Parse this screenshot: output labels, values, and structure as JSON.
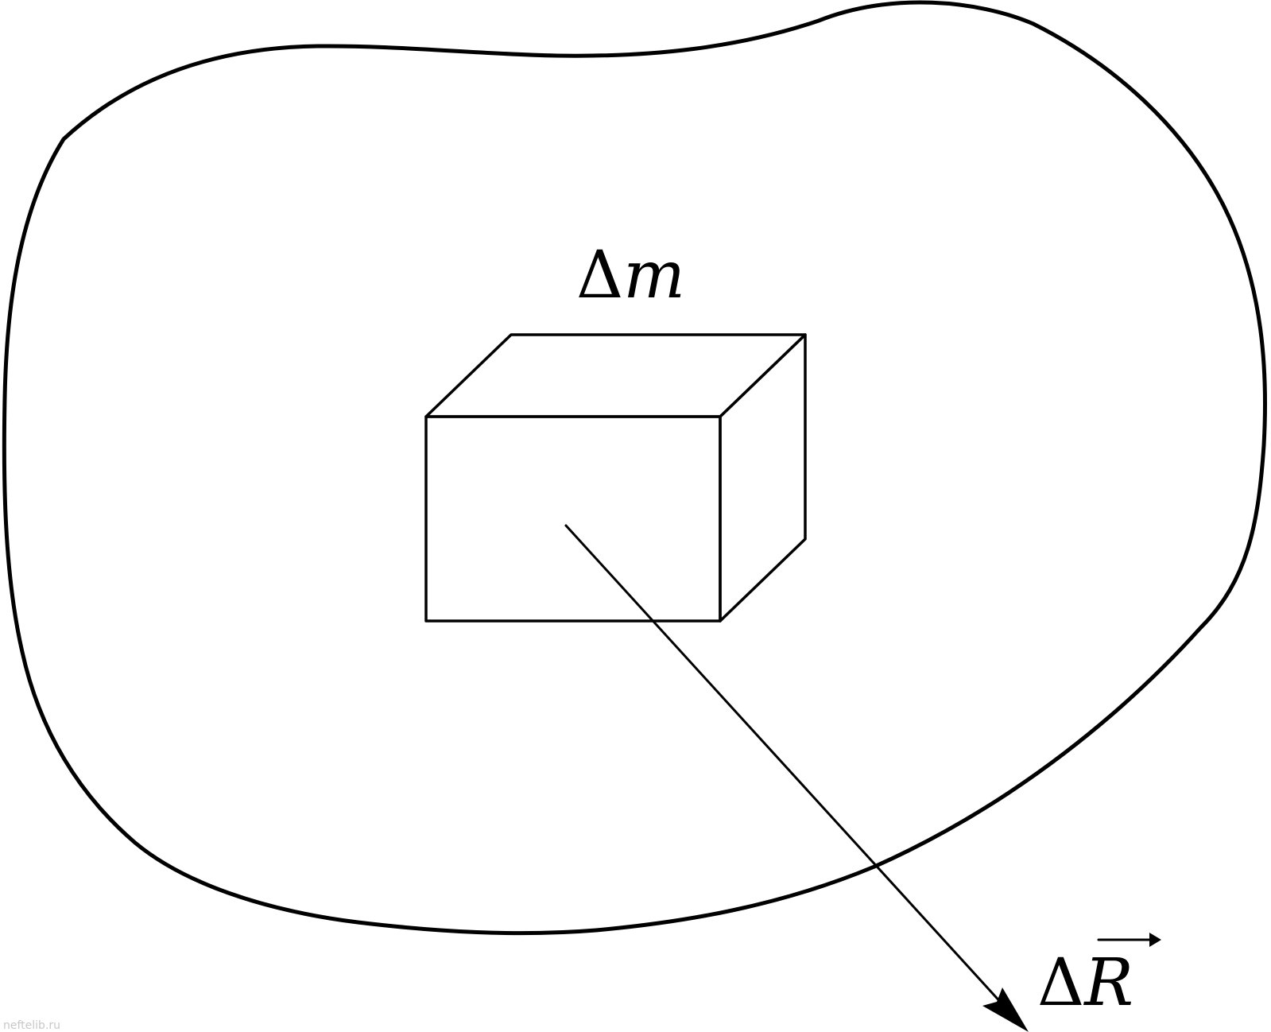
{
  "labels": {
    "element_symbol": "Δ",
    "element_var": "m",
    "vector_symbol": "Δ",
    "vector_var": "R"
  },
  "watermark": "neftelib.ru"
}
